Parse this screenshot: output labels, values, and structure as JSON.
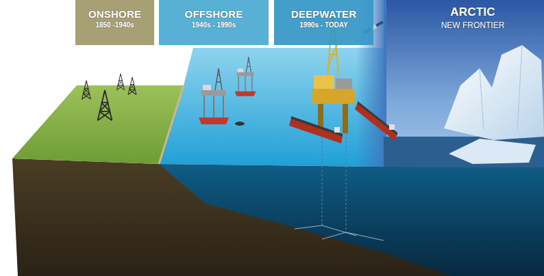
{
  "diagram": {
    "nodes": [
      {
        "text": [
          "ONSHORE",
          "1850 -1940s"
        ]
      },
      {
        "text": [
          "OFFSHORE",
          "1940s - 1990s"
        ]
      },
      {
        "text": [
          "DEEPWATER",
          "1990s - TODAY"
        ]
      },
      {
        "text": [
          "ARCTIC",
          "NEW FRONTIER"
        ]
      }
    ]
  }
}
